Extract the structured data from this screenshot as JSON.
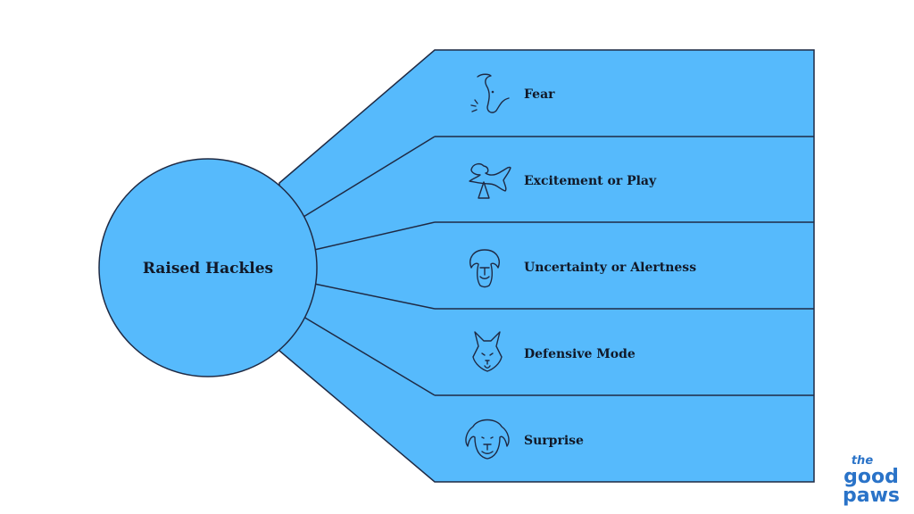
{
  "colors": {
    "fill": "#56bafc",
    "stroke": "#1f2a44",
    "logo": "#2a73c8"
  },
  "center": {
    "label": "Raised Hackles"
  },
  "branches": [
    {
      "label": "Fear",
      "icon": "dog-snout-icon"
    },
    {
      "label": "Excitement or Play",
      "icon": "jumping-dog-icon"
    },
    {
      "label": "Uncertainty or Alertness",
      "icon": "dog-face-icon"
    },
    {
      "label": "Defensive Mode",
      "icon": "pointed-ear-dog-icon"
    },
    {
      "label": "Surprise",
      "icon": "floppy-ear-dog-icon"
    }
  ],
  "logo": {
    "line1": "the",
    "line2": "good",
    "line3": "paws"
  }
}
